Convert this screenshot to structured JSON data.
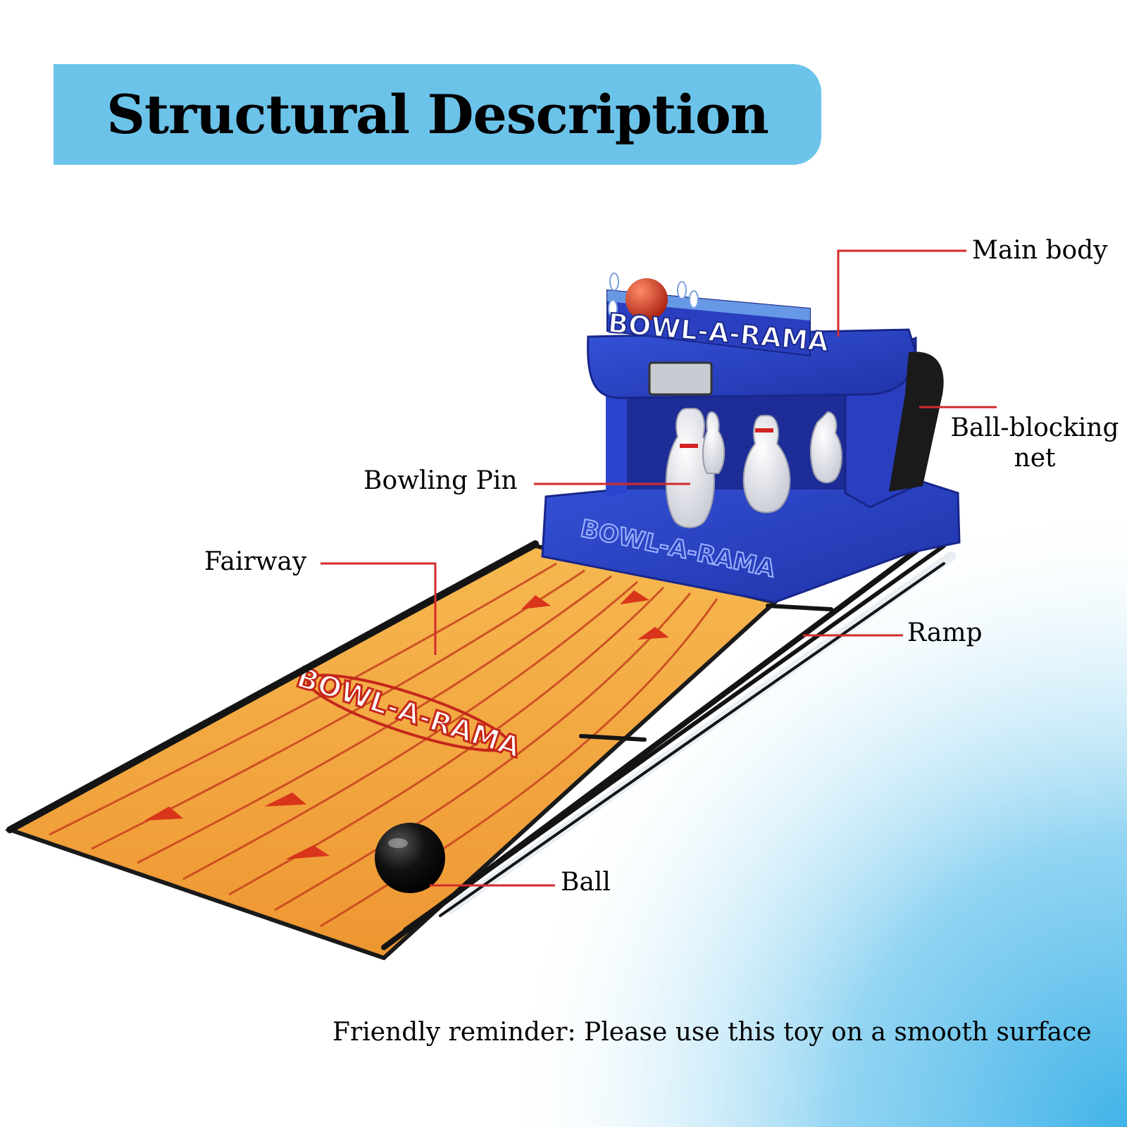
{
  "header": {
    "title": "Structural Description"
  },
  "colors": {
    "banner": "#6cc3ea",
    "leader_line": "#d42a2a",
    "body_blue": "#2740c8",
    "lane_orange": "#f2a23a",
    "glow": "#5bbde9"
  },
  "product": {
    "logo_text": "BOWL-A-RAMA",
    "ball_icon": "bowling-ball-icon"
  },
  "labels": {
    "main_body": "Main body",
    "ball_blocking_net_line1": "Ball-blocking",
    "ball_blocking_net_line2": "net",
    "bowling_pin": "Bowling Pin",
    "fairway": "Fairway",
    "ramp": "Ramp",
    "ball": "Ball"
  },
  "footer": {
    "reminder": "Friendly reminder: Please use this toy on a smooth surface"
  }
}
